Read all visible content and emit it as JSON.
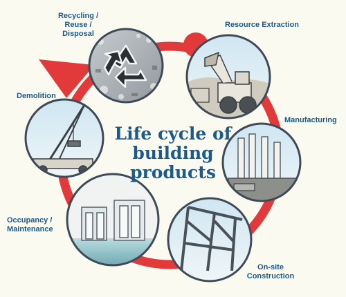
{
  "title": "Life cycle of building products",
  "title_lines": [
    "Life cycle of",
    "building",
    "products"
  ],
  "colors": {
    "background": "#fbfaf1",
    "cycle_ring": "#e23a3a",
    "label_text": "#1a5a8c",
    "circle_border": "#3f4a57"
  },
  "stages": [
    {
      "id": "recycling",
      "lines": [
        "Recycling /",
        "Reuse /",
        "Disposal"
      ],
      "icon": "recycle-icon"
    },
    {
      "id": "resource-extraction",
      "lines": [
        "Resource Extraction"
      ],
      "icon": "excavator-icon"
    },
    {
      "id": "manufacturing",
      "lines": [
        "Manufacturing"
      ],
      "icon": "factory-icon"
    },
    {
      "id": "on-site-construction",
      "lines": [
        "On-site",
        "Construction"
      ],
      "icon": "steel-frame-icon"
    },
    {
      "id": "occupancy-maintenance",
      "lines": [
        "Occupancy /",
        "Maintenance"
      ],
      "icon": "building-interior-icon"
    },
    {
      "id": "demolition",
      "lines": [
        "Demolition"
      ],
      "icon": "crane-icon"
    }
  ]
}
